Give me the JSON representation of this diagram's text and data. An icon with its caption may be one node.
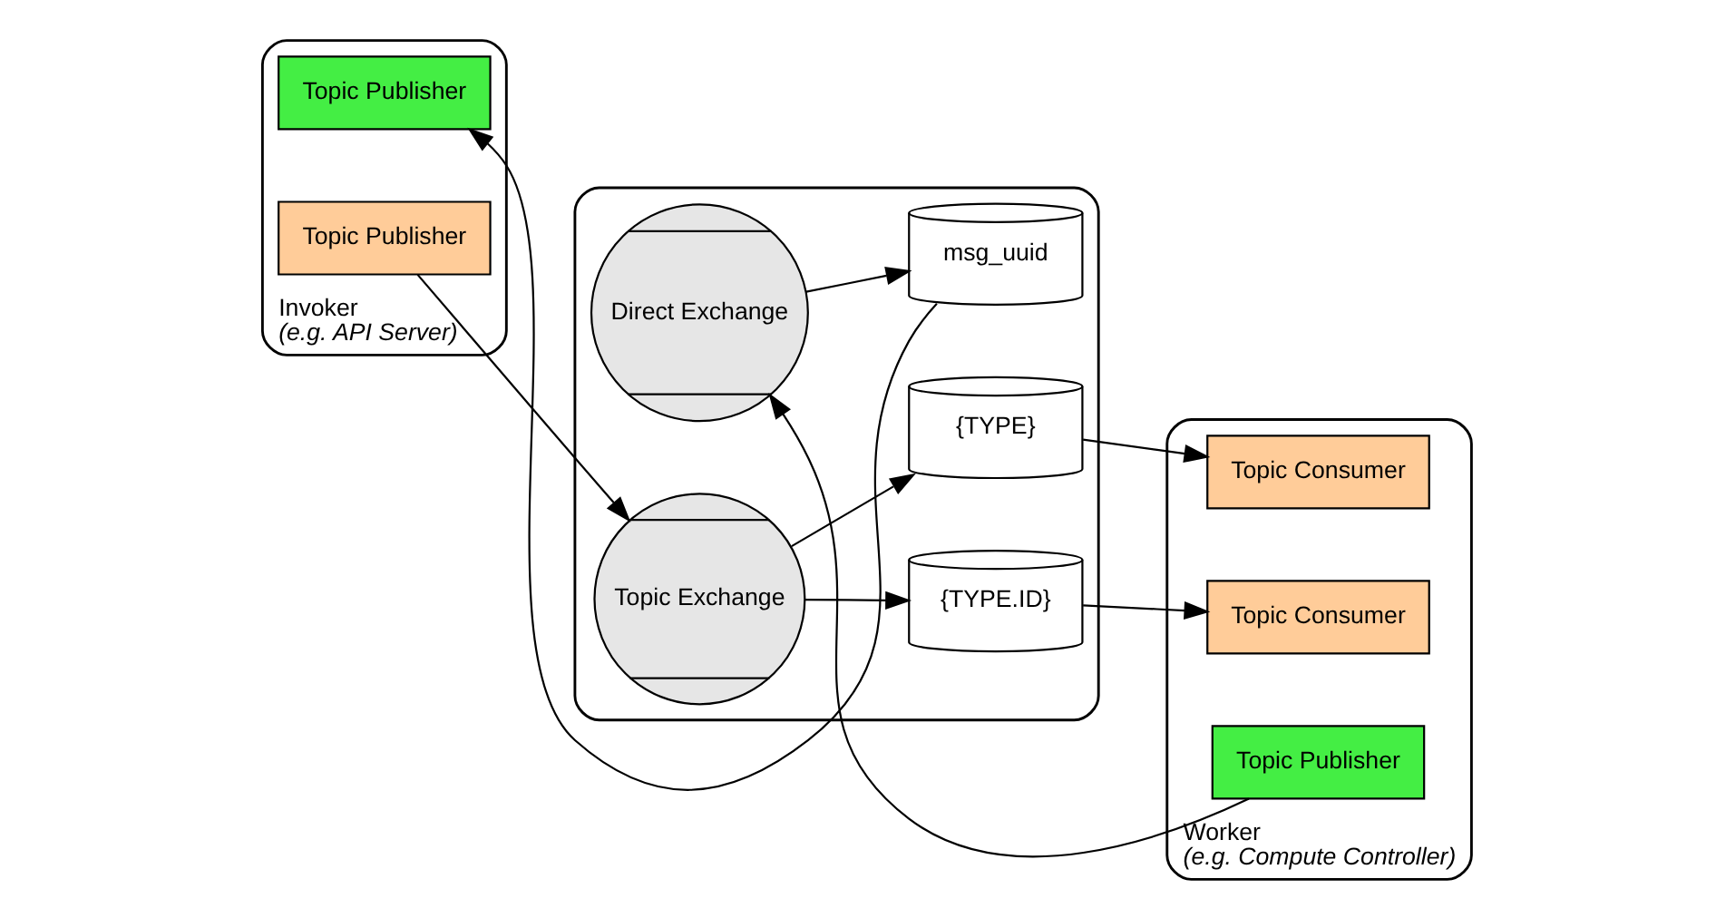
{
  "diagram": {
    "nodes": [
      {
        "text": [
          "Invoker",
          "(e.g. API Server)"
        ]
      },
      {
        "text": [
          "Topic Publisher"
        ],
        "in": 0
      },
      {
        "text": [
          "Topic Publisher"
        ],
        "in": 0
      },
      {
        "text": [],
        "shape": "box"
      },
      {
        "text": [
          "Topic Exchange"
        ],
        "in": 3
      },
      {
        "text": [
          "{TYPE.ID}"
        ],
        "in": 3
      },
      {
        "text": [
          "{TYPE}"
        ],
        "in": 3
      },
      {
        "text": [
          "msg_uuid"
        ],
        "in": 3
      },
      {
        "text": [
          "Direct Exchange"
        ],
        "in": 3
      },
      {
        "text": [
          "Worker",
          "(e.g. Compute Controller)"
        ]
      },
      {
        "text": [
          "Topic Consumer"
        ],
        "in": 9
      },
      {
        "text": [
          "Topic Consumer"
        ],
        "in": 9
      },
      {
        "text": [
          "Topic Publisher"
        ],
        "in": 9
      }
    ],
    "edges": [
      {
        "from": 1,
        "to": 4,
        "arrow": "to"
      },
      {
        "from": 4,
        "to": 5,
        "arrow": "to"
      },
      {
        "from": 4,
        "to": 6,
        "arrow": "to"
      },
      {
        "from": 5,
        "to": 10,
        "arrow": "to"
      },
      {
        "from": 6,
        "to": 11,
        "arrow": "to"
      },
      {
        "from": 12,
        "to": 8,
        "arrow": "to"
      },
      {
        "from": 8,
        "to": 7,
        "arrow": "to"
      },
      {
        "from": 7,
        "to": 2,
        "arrow": "to"
      }
    ]
  }
}
